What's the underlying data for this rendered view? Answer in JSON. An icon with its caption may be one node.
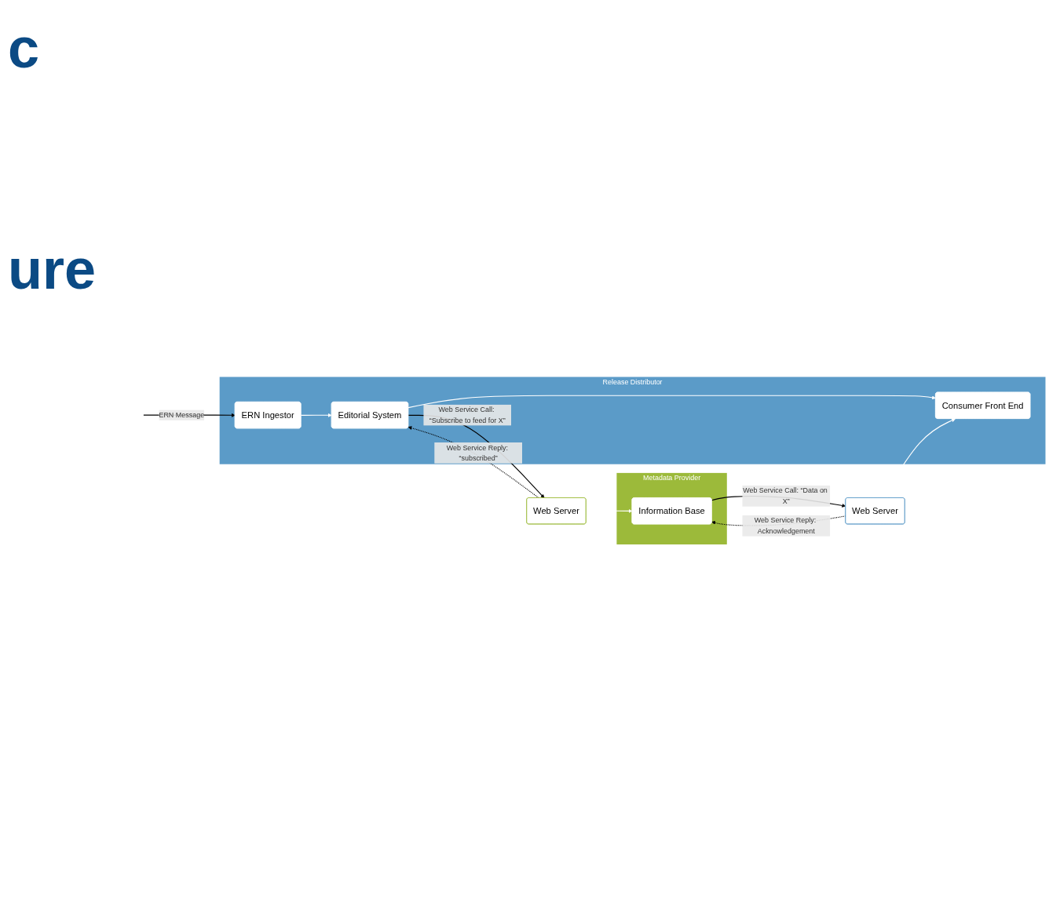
{
  "diagram": {
    "nodes": [
      {
        "text": [
          "Release Distributor"
        ]
      },
      {
        "text": [
          "ERN Ingestor"
        ],
        "in": 0
      },
      {
        "text": [
          "Editorial System"
        ],
        "in": 0
      },
      {
        "text": [
          "Web Server"
        ]
      },
      {
        "text": [
          "Consumer Front End"
        ],
        "in": 0
      },
      {
        "text": [
          "Metadata Provider"
        ]
      },
      {
        "text": [
          "Web Server"
        ]
      },
      {
        "text": [
          "Information Base"
        ],
        "in": 5
      }
    ],
    "edges": [
      {
        "from": null,
        "to": 1,
        "arrow": "to",
        "label": "ERN Message"
      },
      {
        "from": 1,
        "to": 2,
        "arrow": "to",
        "color": "#ffffff"
      },
      {
        "from": 2,
        "to": 6,
        "arrow": "to",
        "label": "Web Service Call: “Subscribe to feed for X”"
      },
      {
        "from": 6,
        "to": 2,
        "arrow": "to",
        "style": "dashed",
        "label": "Web Service Reply: “subscribed”"
      },
      {
        "from": 6,
        "to": 7,
        "arrow": "both",
        "color": "#ffffff"
      },
      {
        "from": 7,
        "to": 3,
        "arrow": "to",
        "label": "Web Service Call: “Data on X”"
      },
      {
        "from": 3,
        "to": 7,
        "arrow": "to",
        "style": "dashed",
        "label": "Web Service Reply: Acknowledgement"
      },
      {
        "from": 2,
        "to": 4,
        "arrow": "to",
        "color": "#ffffff"
      },
      {
        "from": 3,
        "to": 4,
        "arrow": "to",
        "color": "#ffffff"
      }
    ],
    "labels": [
      "c",
      "ure"
    ]
  }
}
